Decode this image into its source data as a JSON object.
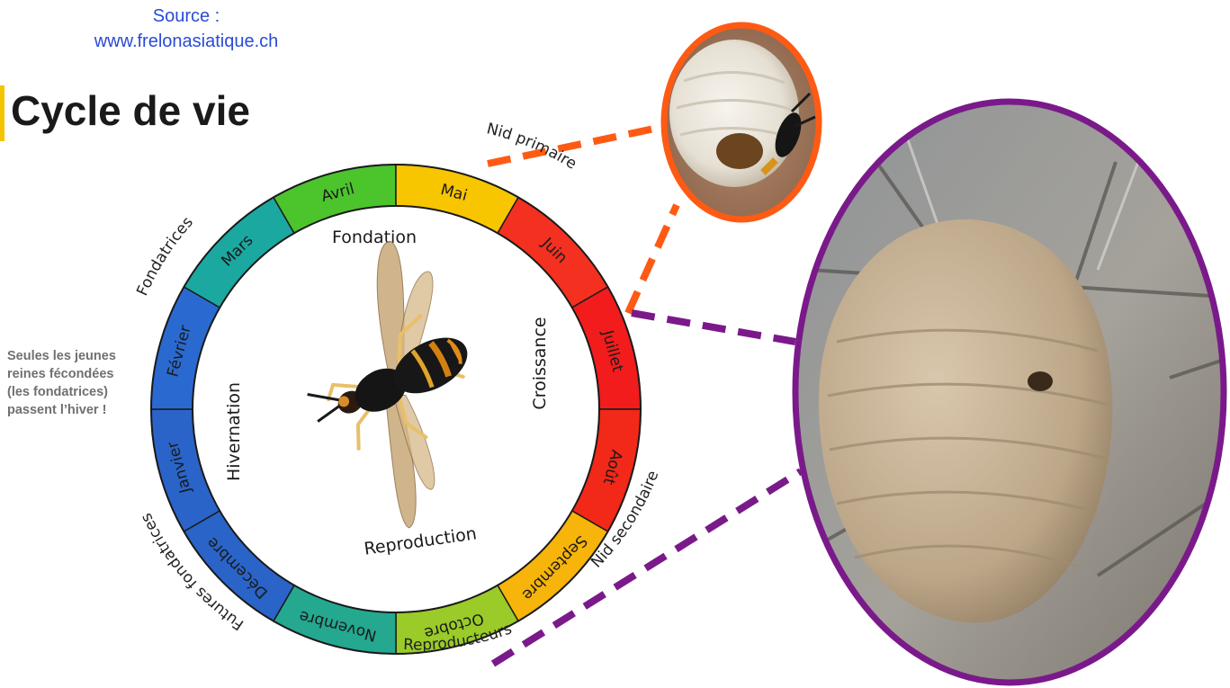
{
  "header": {
    "source_line1": "Source :",
    "source_line2": "www.frelonasiatique.ch",
    "title": "Cycle de vie"
  },
  "note": {
    "line1": "Seules les jeunes",
    "line2": "reines fécondées",
    "line3": "(les fondatrices)",
    "line4": "passent l’hiver !"
  },
  "cycle": {
    "months": [
      {
        "label": "Janvier",
        "color": "#2a64c8"
      },
      {
        "label": "Février",
        "color": "#2a6ad0"
      },
      {
        "label": "Mars",
        "color": "#1aa8a0"
      },
      {
        "label": "Avril",
        "color": "#4cc42c"
      },
      {
        "label": "Mai",
        "color": "#f7c600"
      },
      {
        "label": "Juin",
        "color": "#f43020"
      },
      {
        "label": "Juillet",
        "color": "#f21c1c"
      },
      {
        "label": "Août",
        "color": "#f22818"
      },
      {
        "label": "Septembre",
        "color": "#f7b40a"
      },
      {
        "label": "Octobre",
        "color": "#9acb28"
      },
      {
        "label": "Novembre",
        "color": "#24a890"
      },
      {
        "label": "Décembre",
        "color": "#2a64c8"
      }
    ],
    "phases": {
      "fondation": "Fondation",
      "croissance": "Croissance",
      "reproduction": "Reproduction",
      "hivernation": "Hivernation"
    },
    "outer": {
      "nid_primaire": "Nid primaire",
      "nid_secondaire": "Nid secondaire",
      "reproducteurs": "Reproducteurs",
      "futures_fondatrices": "Futures fondatrices",
      "fondatrices": "Fondatrices"
    }
  },
  "colors": {
    "primary_nest_frame": "#ff5a14",
    "secondary_nest_frame": "#7a1a8a",
    "source_text": "#2a4bd6",
    "title_accent": "#f5c400"
  },
  "icons": {
    "hornet": "asian-hornet-illustration",
    "primary_nest": "primary-nest-photo",
    "secondary_nest": "secondary-nest-photo"
  }
}
